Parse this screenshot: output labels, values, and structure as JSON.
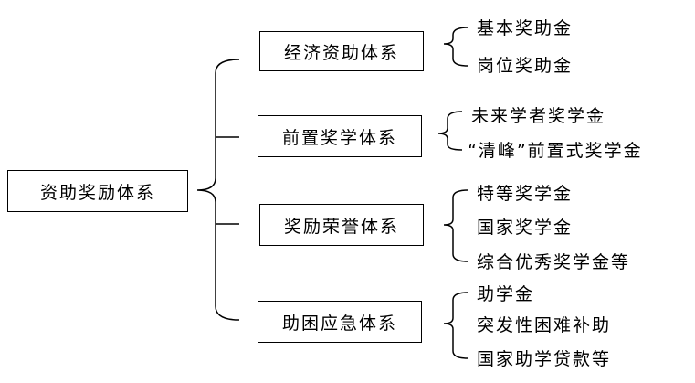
{
  "root": {
    "label": "资助奖励体系"
  },
  "branches": [
    {
      "label": "经济资助体系",
      "items": [
        "基本奖助金",
        "岗位奖助金"
      ]
    },
    {
      "label": "前置奖学体系",
      "items": [
        "未来学者奖学金",
        "“清峰”前置式奖学金"
      ]
    },
    {
      "label": "奖励荣誉体系",
      "items": [
        "特等奖学金",
        "国家奖学金",
        "综合优秀奖学金等"
      ]
    },
    {
      "label": "助困应急体系",
      "items": [
        "助学金",
        "突发性困难补助",
        "国家助学贷款等"
      ]
    }
  ]
}
